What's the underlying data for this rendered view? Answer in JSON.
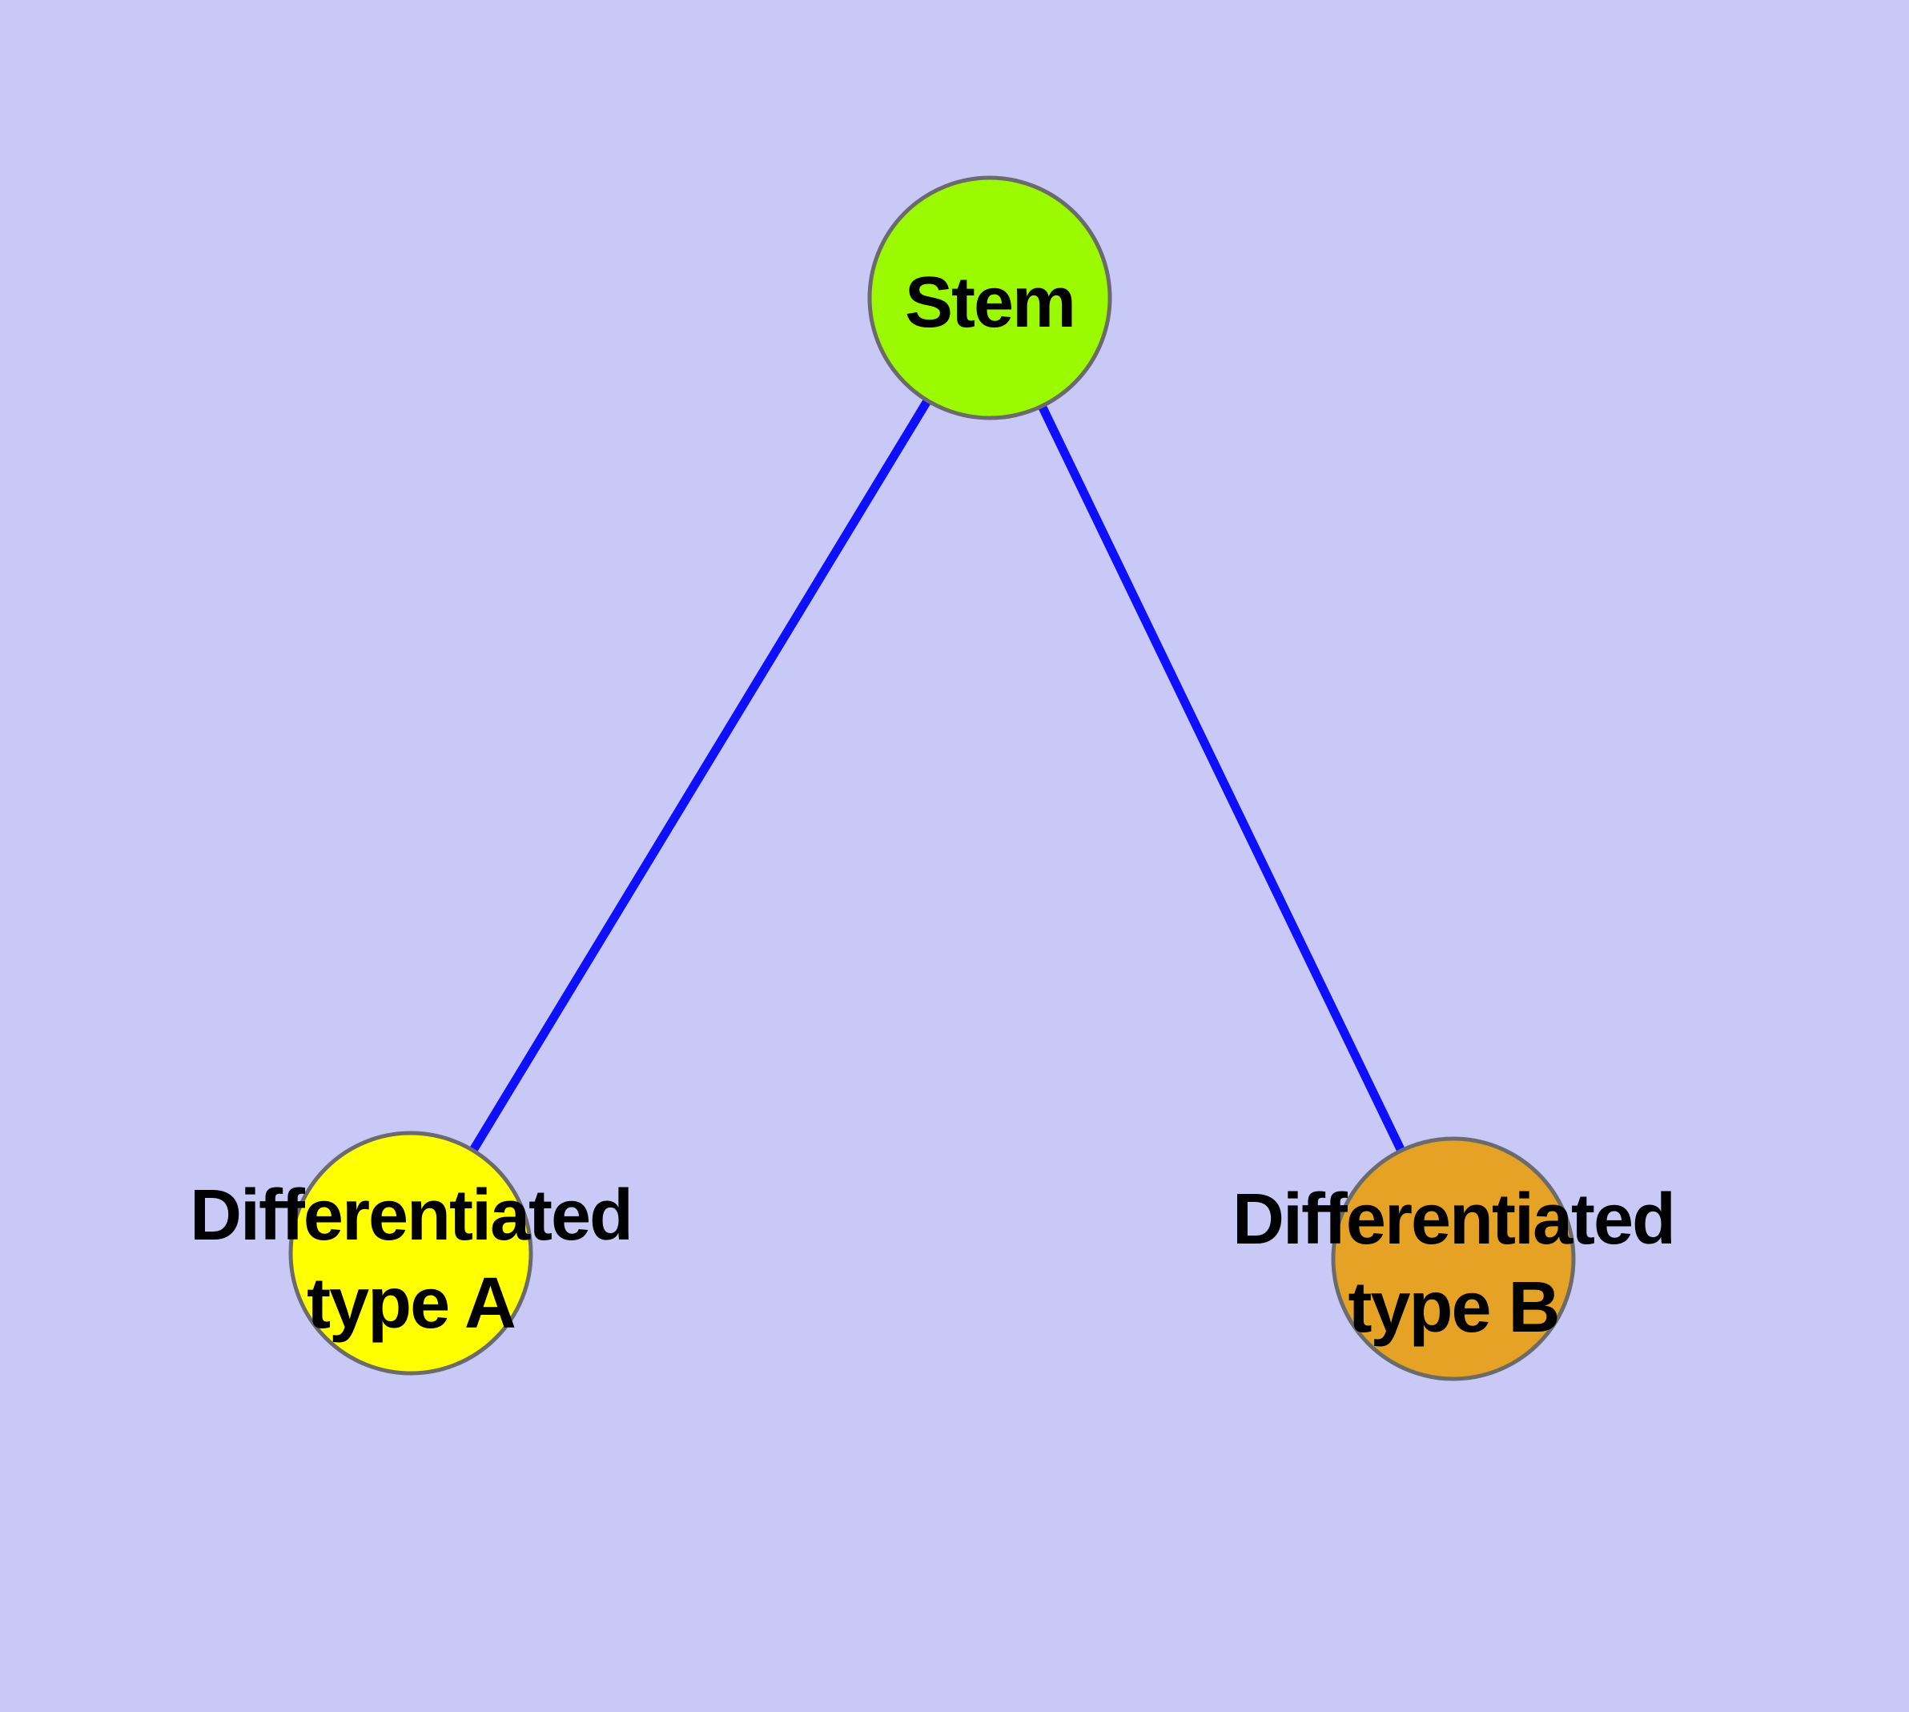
{
  "diagram": {
    "title": "",
    "background_color": "#C9C9F8",
    "edge_color": "#0F0FFF",
    "node_border_color": "#6B6B6B",
    "text_color": "#000000",
    "nodes": {
      "stem": {
        "label": "Stem",
        "fill": "#9BFA00"
      },
      "type_a": {
        "label_line1": "Differentiated",
        "label_line2": "type A",
        "fill": "#FFFF00"
      },
      "type_b": {
        "label_line1": "Differentiated",
        "label_line2": "type B",
        "fill": "#E6A225"
      }
    },
    "edges": [
      {
        "from": "Stem",
        "to": "Differentiated type A"
      },
      {
        "from": "Stem",
        "to": "Differentiated type B"
      }
    ]
  }
}
